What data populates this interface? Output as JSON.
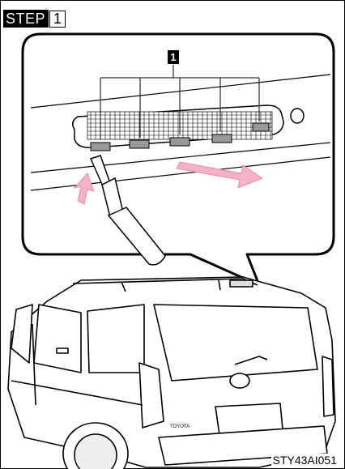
{
  "step": {
    "label": "STEP",
    "number": "1"
  },
  "callout": {
    "number": "1"
  },
  "figure_code": "STY43AI051"
}
